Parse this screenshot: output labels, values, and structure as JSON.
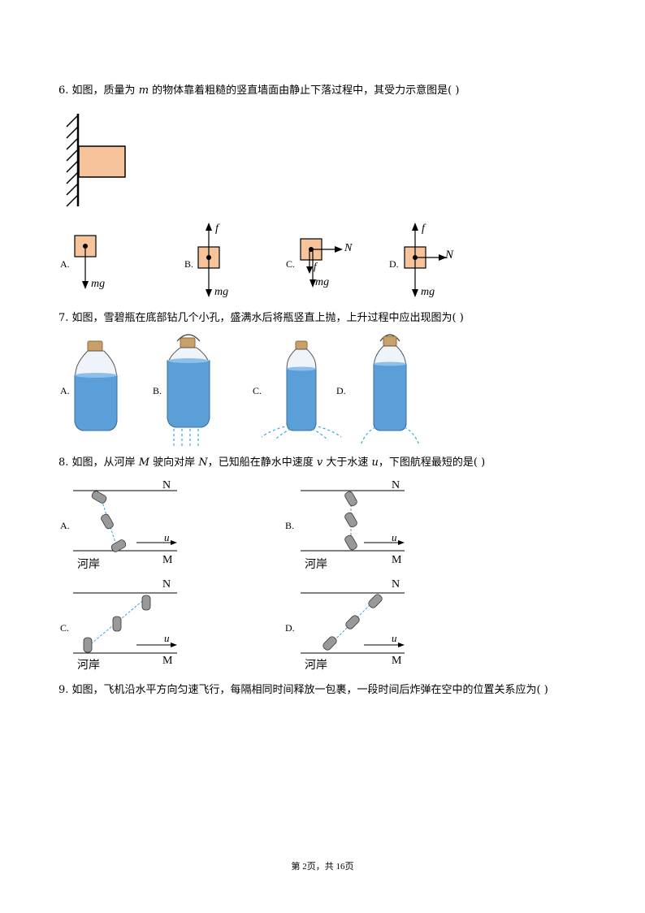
{
  "q6": {
    "num": "6.",
    "text_a": "如图，质量为",
    "var_m": "m",
    "text_b": "的物体靠着粗糙的竖直墙面由静止下落过程中，其受力示意图是(    )",
    "options": [
      "A.",
      "B.",
      "C.",
      "D."
    ],
    "label_mg": "mg",
    "label_f": "f",
    "label_N": "N"
  },
  "q7": {
    "num": "7.",
    "text": "如图，雪碧瓶在底部钻几个小孔，盛满水后将瓶竖直上抛，上升过程中应出现图为(    )",
    "options": [
      "A.",
      "B.",
      "C.",
      "D."
    ]
  },
  "q8": {
    "num": "8.",
    "text_a": "如图，从河岸",
    "var_M": "M",
    "text_b": "驶向对岸",
    "var_N": "N",
    "text_c": "，已知船在静水中速度",
    "var_v": "v",
    "text_d": "大于水速",
    "var_u": "u",
    "text_e": "，下图航程最短的是(    )",
    "options": [
      "A.",
      "B.",
      "C.",
      "D."
    ],
    "bank_label": "河岸",
    "top_label": "N",
    "bottom_label": "M",
    "flow_label": "u"
  },
  "q9": {
    "num": "9.",
    "text": "如图，飞机沿水平方向匀速飞行，每隔相同时间释放一包裹，一段时间后炸弹在空中的位置关系应为(    )"
  },
  "footer": "第 2页，共 16页",
  "colors": {
    "block": "#f6c39a",
    "water": "#5b9fd8",
    "dash": "#3aa6dd"
  }
}
